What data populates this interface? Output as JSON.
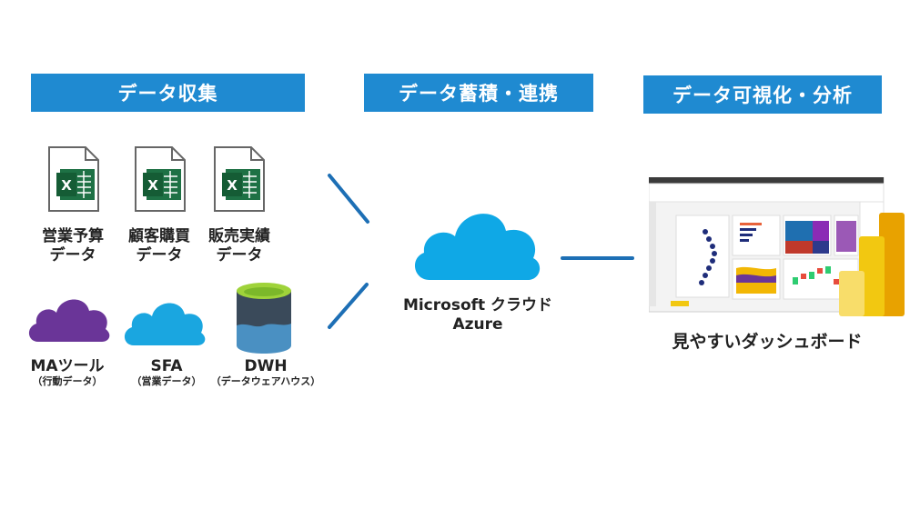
{
  "headers": {
    "collect": "データ収集",
    "store": "データ蓄積・連携",
    "visualize": "データ可視化・分析"
  },
  "sources": {
    "sales_budget": [
      "営業予算",
      "データ"
    ],
    "customer_purchase": [
      "顧客購買",
      "データ"
    ],
    "sales_results": [
      "販売実績",
      "データ"
    ],
    "ma": {
      "title": "MAツール",
      "sub": "（行動データ）"
    },
    "sfa": {
      "title": "SFA",
      "sub": "（営業データ）"
    },
    "dwh": {
      "title": "DWH",
      "sub": "（データウェアハウス）"
    }
  },
  "cloud": {
    "line1": "Microsoft クラウド",
    "line2": "Azure"
  },
  "dashboard": {
    "label": "見やすいダッシュボード"
  },
  "colors": {
    "banner": "#1f8ad1",
    "excel_green": "#1e7145",
    "connector": "#1d6fb5",
    "ma_purple": "#6a3598",
    "cloud_blue": "#0fa8e6",
    "powerbi_yellow": "#f2c811"
  }
}
